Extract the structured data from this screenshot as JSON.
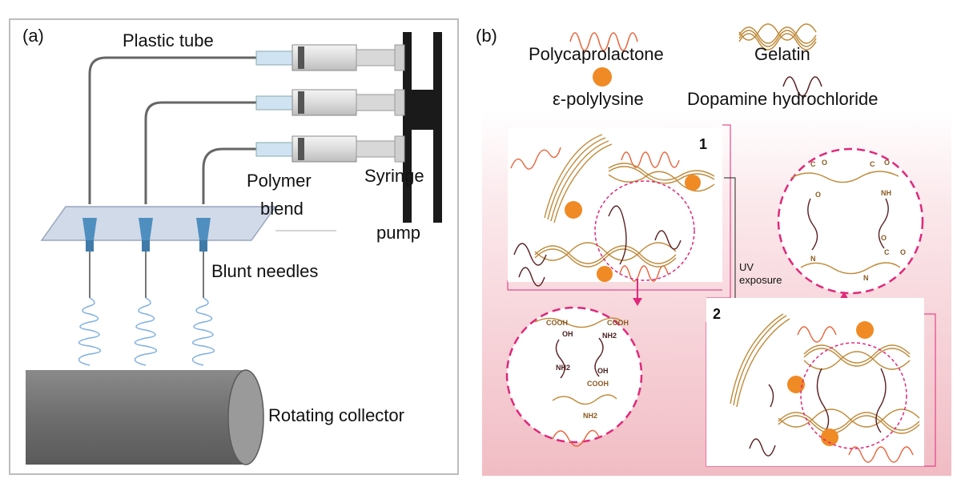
{
  "panel_a": {
    "label": "(a)",
    "plastic_tube": "Plastic tube",
    "polymer_blend_1": "Polymer",
    "polymer_blend_2": "blend",
    "syringe_pump_1": "Syringe",
    "syringe_pump_2": "pump",
    "blunt_needles": "Blunt needles",
    "rotating_collector": "Rotating collector"
  },
  "panel_b": {
    "label": "(b)",
    "legend": {
      "polycaprolactone": "Polycaprolactone",
      "gelatin": "Gelatin",
      "polylysine": "ε-polylysine",
      "dopamine": "Dopamine hydrochloride"
    },
    "state_1": "1",
    "state_2": "2",
    "uv_1": "UV",
    "uv_2": "exposure",
    "chem_before": {
      "cooh_1": "COOH",
      "cooh_2": "COOH",
      "oh_1": "OH",
      "nh2_1": "NH2",
      "nh2_2": "NH2",
      "oh_2": "OH",
      "cooh_3": "COOH",
      "nh2_3": "NH2"
    },
    "chem_after": {
      "c_1": "C",
      "o_1": "O",
      "o_2": "O",
      "c_2": "C",
      "o_3": "O",
      "nh_1": "NH",
      "n_1": "N",
      "o_4": "O",
      "c_3": "C",
      "o_5": "O",
      "n_2": "N"
    }
  },
  "colors": {
    "pcl": "#e8643c",
    "gelatin": "#c08a3a",
    "dopamine": "#5a1f22",
    "polylysine": "#f08a24",
    "pink": "#e0287a",
    "collector": "#6f6f6f",
    "needle": "#4f8fbf",
    "fiber": "#7fb0e0"
  }
}
